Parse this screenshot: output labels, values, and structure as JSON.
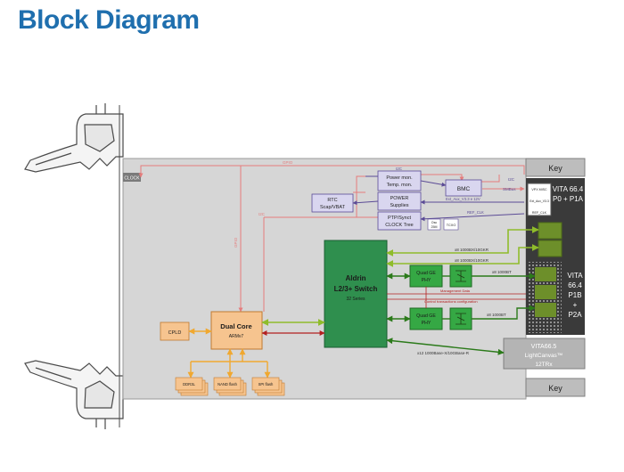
{
  "title": "Block Diagram",
  "colors": {
    "title": "#1f6fae",
    "board": "#d6d6d6",
    "cpu_box": "#f6c48f",
    "switch_box": "#2f8f4e",
    "phy_box": "#35a844",
    "vpx_box": "#3a3a3a",
    "pink_bus": "#e57c7c",
    "green_bus": "#8fbc2b",
    "purple_bus": "#5b4b96",
    "orange_bus": "#f0a830"
  },
  "labels": {
    "key_top": "Key",
    "key_bottom": "Key",
    "clock_chip": "CLOCK",
    "gpio_top": "GPIO",
    "gpio_side": "GPIO",
    "i2c_left": "I2C",
    "i2c_top": "I2C",
    "i2c_right": "I2C",
    "smbus": "SMBus",
    "power_mon_1": "Power mon.",
    "power_mon_2": "Temp. mon.",
    "bmc": "BMC",
    "rtc_1": "RTC",
    "rtc_2": "Scap/VBAT",
    "power_sup_1": "POWER",
    "power_sup_2": "Supplies",
    "ptp_1": "PTP/Synct",
    "ptp_2": "CLOCK Tree",
    "osc_1": "Osc",
    "osc_2": "25M",
    "tcxo": "TCXO",
    "ext_aux": "Ext_Aux_V3.3 e 12V",
    "ref_clk": "REF_CLK",
    "p0_label_1": "VITA 66.4",
    "p0_label_2": "P0 + P1A",
    "p0_small_1": "VPX MISC",
    "p0_small_2": "Ext_Aux_V3.3",
    "p0_small_3": "REF_CLK",
    "p1b_1": "VITA",
    "p1b_2": "66.4",
    "p1b_3": "P1B",
    "p1b_4": "+",
    "p1b_5": "P2A",
    "switch_1": "Aldrin",
    "switch_2": "L2/3+ Switch",
    "switch_3": "32 Series",
    "phy_label_1": "Quad GE",
    "phy_label_2": "PHY",
    "cpu_1": "Dual Core",
    "cpu_2": "ARMv7",
    "cpld": "CPLD",
    "ddr": "DDR3L",
    "nand": "NAND flash",
    "spi": "SPI flash",
    "link_10g_a": "x8 1000BX/10GKR",
    "link_10g_b": "x8 1000BX/10GKR",
    "link_1000bt_a": "x8 1000BT",
    "link_1000bt_b": "x8 1000BT",
    "mgmt_data": "Management Data",
    "ctrl_config": "Control transactions configuration",
    "link_vita665": "x12 1000Base-X/10GBase-R",
    "vita665_1": "VITA66.5",
    "vita665_2": "LightCanvas™",
    "vita665_3": "12TRx"
  }
}
